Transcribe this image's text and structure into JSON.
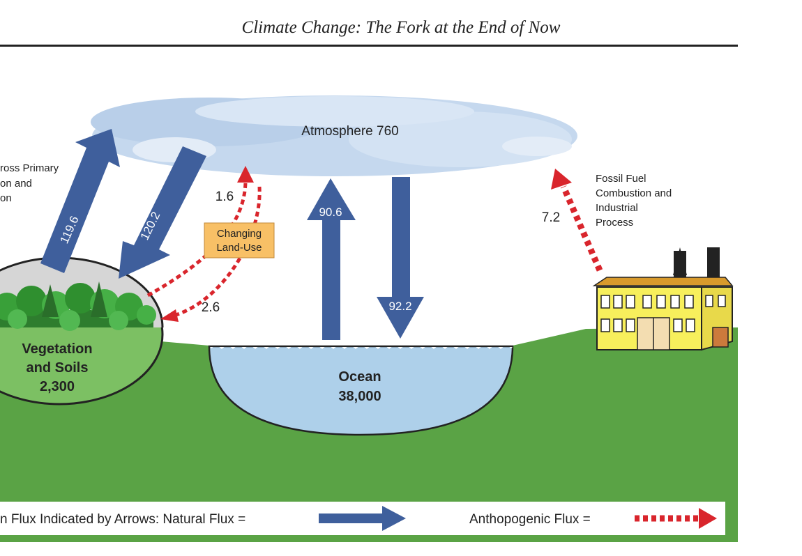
{
  "header": {
    "title": "Climate Change: The Fork at the End of Now"
  },
  "atmosphere": {
    "label": "Atmosphere 760"
  },
  "reservoirs": {
    "vegetation_line1": "Vegetation",
    "vegetation_line2": "and Soils",
    "vegetation_value": "2,300",
    "ocean_label": "Ocean",
    "ocean_value": "38,000"
  },
  "captions": {
    "gpp_line1": "ross Primary",
    "gpp_line2": "on and",
    "gpp_line3": "on",
    "fossil_line1": "Fossil Fuel",
    "fossil_line2": "Combustion and",
    "fossil_line3": "Industrial",
    "fossil_line4": "Process",
    "landuse_line1": "Changing",
    "landuse_line2": "Land-Use"
  },
  "fluxes": {
    "photosynthesis": "119.6",
    "respiration": "120.2",
    "landuse_up": "1.6",
    "landuse_down": "2.6",
    "ocean_release": "90.6",
    "ocean_uptake": "92.2",
    "fossil": "7.2"
  },
  "legend": {
    "natural_text": "n Flux Indicated by Arrows: Natural Flux =",
    "anthro_text": "Anthopogenic Flux ="
  },
  "colors": {
    "natural": "#3f5f9c",
    "anthropogenic": "#d9252c",
    "ground": "#5aa345",
    "ocean": "#aed0ea",
    "cloud": "#c5d8ee",
    "building": "#f7ef5c",
    "landuse_box": "#f8c066"
  }
}
